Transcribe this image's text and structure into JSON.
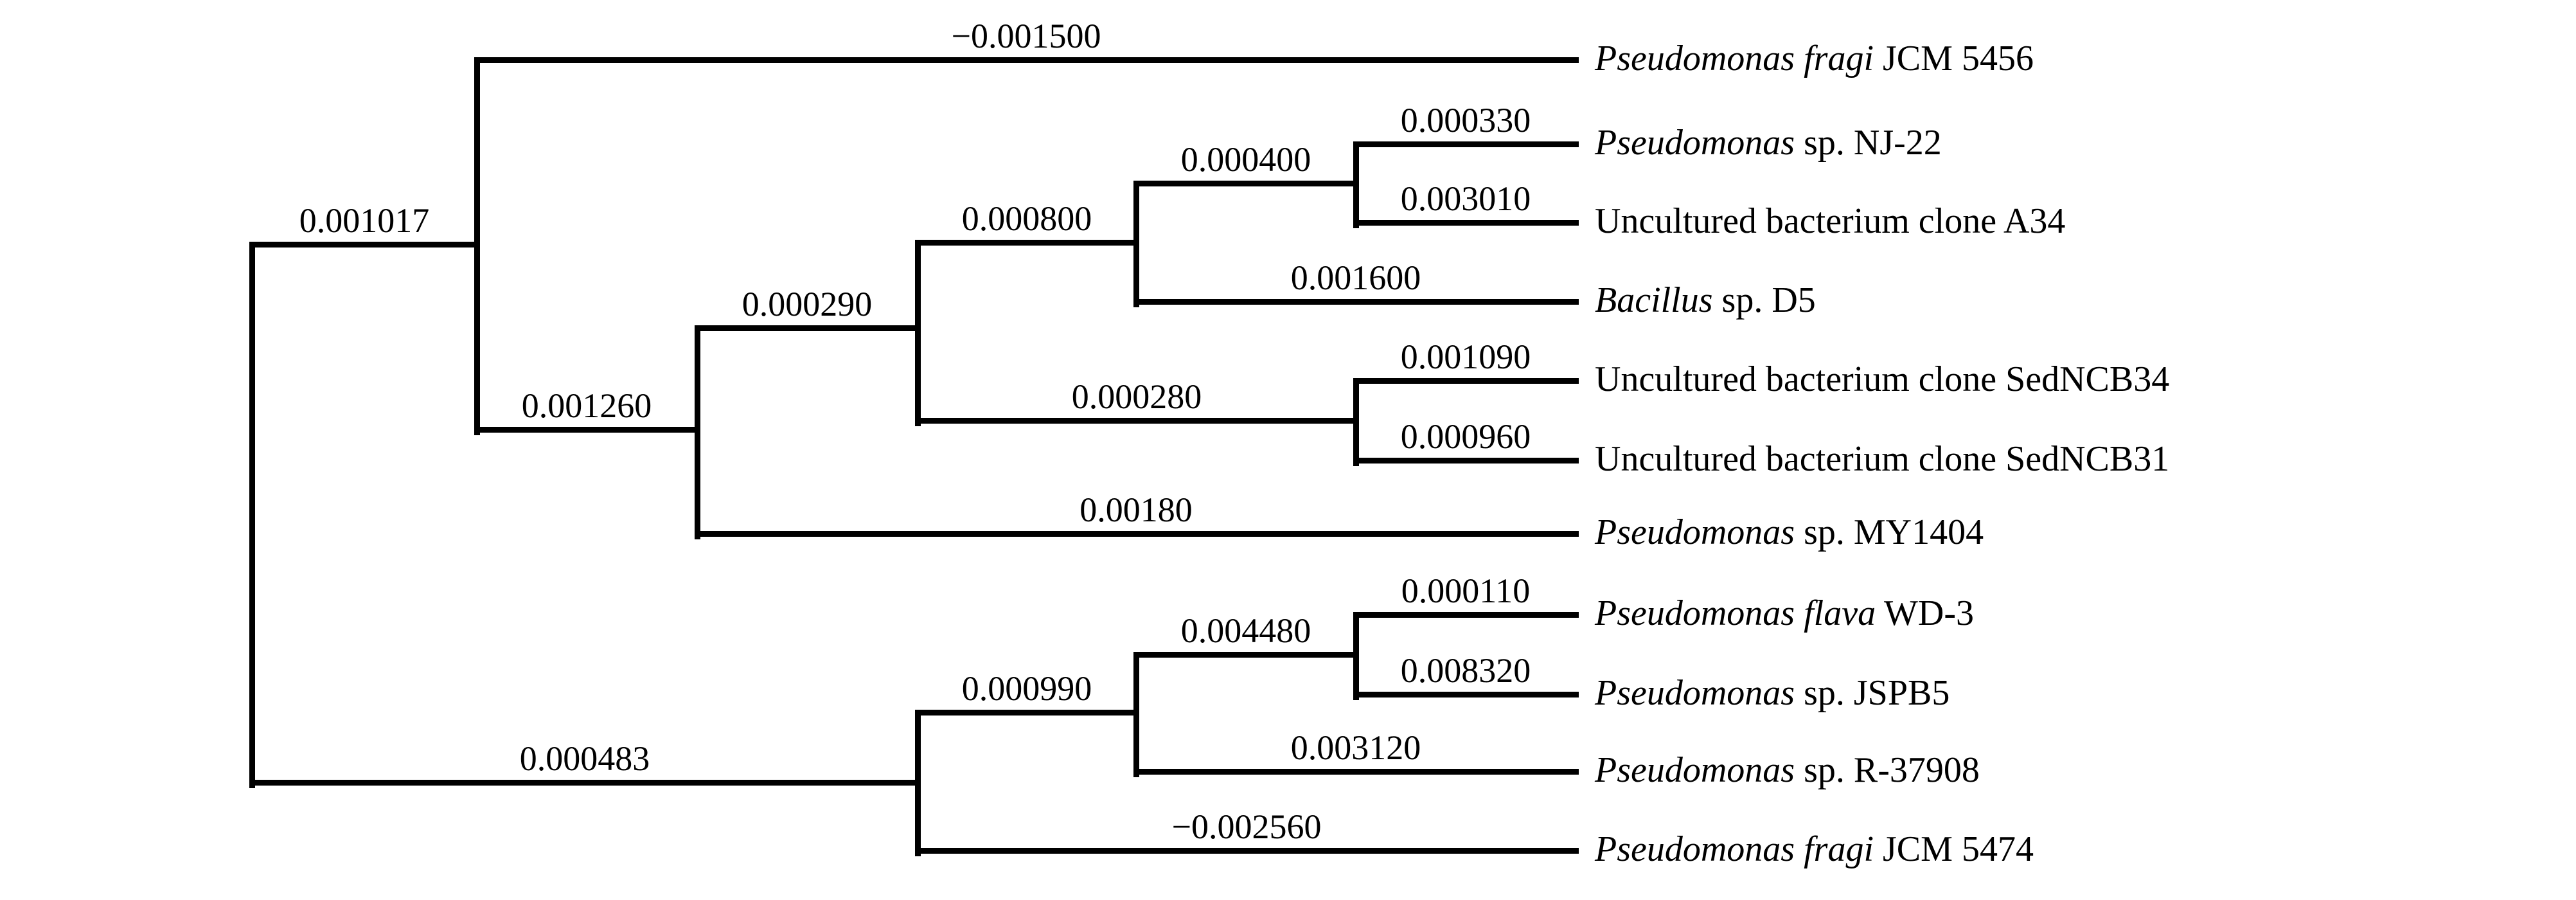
{
  "figure": {
    "type": "phylogenetic-tree",
    "background_color": "#ffffff",
    "line_color": "#000000",
    "text_color": "#000000"
  },
  "internal_branch_labels": {
    "upper_clade": "0.001017",
    "clade_1260": "0.001260",
    "clade_0290": "0.000290",
    "clade_0800": "0.000800",
    "clade_0400": "0.000400",
    "clade_0280": "0.000280",
    "lower_clade": "0.000483",
    "clade_0990": "0.000990",
    "clade_4480": "0.004480"
  },
  "leaves": [
    {
      "branch_length": "−0.001500",
      "name_italic": "Pseudomonas fragi",
      "name_roman": " JCM 5456"
    },
    {
      "branch_length": "0.000330",
      "name_italic": "Pseudomonas",
      "name_roman": " sp. NJ-22"
    },
    {
      "branch_length": "0.003010",
      "name_italic": "",
      "name_roman": "Uncultured bacterium clone A34"
    },
    {
      "branch_length": "0.001600",
      "name_italic": "Bacillus",
      "name_roman": " sp. D5"
    },
    {
      "branch_length": "0.001090",
      "name_italic": "",
      "name_roman": "Uncultured bacterium clone SedNCB34"
    },
    {
      "branch_length": "0.000960",
      "name_italic": "",
      "name_roman": "Uncultured bacterium clone SedNCB31"
    },
    {
      "branch_length": "0.00180",
      "name_italic": "Pseudomonas",
      "name_roman": " sp. MY1404"
    },
    {
      "branch_length": "0.000110",
      "name_italic": "Pseudomonas flava",
      "name_roman": " WD-3"
    },
    {
      "branch_length": "0.008320",
      "name_italic": "Pseudomonas",
      "name_roman": " sp. JSPB5"
    },
    {
      "branch_length": "0.003120",
      "name_italic": "Pseudomonas",
      "name_roman": " sp. R-37908"
    },
    {
      "branch_length": "−0.002560",
      "name_italic": "Pseudomonas fragi",
      "name_roman": " JCM 5474"
    }
  ],
  "topology_newick": "(((Pseudomonas fragi JCM 5456:-0.001500,((((Pseudomonas sp. NJ-22:0.000330,Uncultured bacterium clone A34:0.003010):0.000400,Bacillus sp. D5:0.001600):0.000800,(Uncultured bacterium clone SedNCB34:0.001090,Uncultured bacterium clone SedNCB31:0.000960):0.000280):0.000290,Pseudomonas sp. MY1404:0.00180):0.001260):0.001017,(((Pseudomonas flava WD-3:0.000110,Pseudomonas sp. JSPB5:0.008320):0.004480,Pseudomonas sp. R-37908:0.003120):0.000990,Pseudomonas fragi JCM 5474:-0.002560):0.000483)"
}
